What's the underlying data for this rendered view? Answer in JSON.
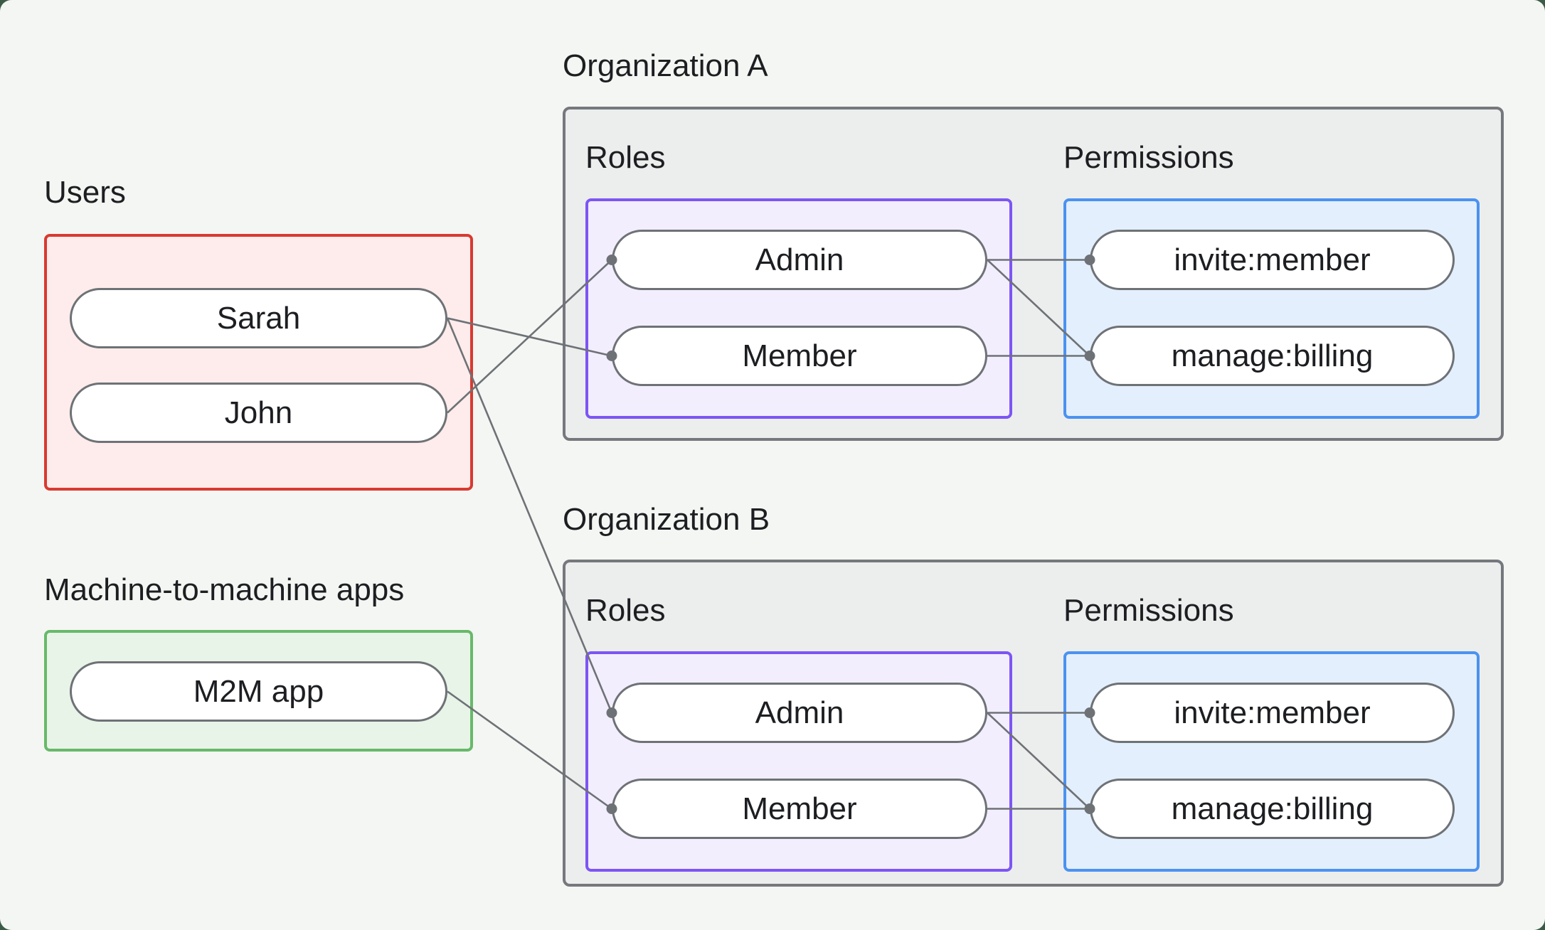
{
  "users_section": {
    "label": "Users",
    "items": [
      {
        "id": "user-sarah",
        "label": "Sarah"
      },
      {
        "id": "user-john",
        "label": "John"
      }
    ]
  },
  "m2m_section": {
    "label": "Machine-to-machine apps",
    "items": [
      {
        "id": "m2m-app",
        "label": "M2M app"
      }
    ]
  },
  "orgs": [
    {
      "title": "Organization A",
      "roles": {
        "label": "Roles",
        "items": [
          {
            "id": "orgA-role-admin",
            "label": "Admin"
          },
          {
            "id": "orgA-role-member",
            "label": "Member"
          }
        ]
      },
      "permissions": {
        "label": "Permissions",
        "items": [
          {
            "id": "orgA-perm-invite",
            "label": "invite:member"
          },
          {
            "id": "orgA-perm-billing",
            "label": "manage:billing"
          }
        ]
      }
    },
    {
      "title": "Organization B",
      "roles": {
        "label": "Roles",
        "items": [
          {
            "id": "orgB-role-admin",
            "label": "Admin"
          },
          {
            "id": "orgB-role-member",
            "label": "Member"
          }
        ]
      },
      "permissions": {
        "label": "Permissions",
        "items": [
          {
            "id": "orgB-perm-invite",
            "label": "invite:member"
          },
          {
            "id": "orgB-perm-billing",
            "label": "manage:billing"
          }
        ]
      }
    }
  ],
  "connections": [
    {
      "from": "user-sarah",
      "to": "orgA-role-member"
    },
    {
      "from": "user-john",
      "to": "orgA-role-admin"
    },
    {
      "from": "user-sarah",
      "to": "orgB-role-admin"
    },
    {
      "from": "m2m-app",
      "to": "orgB-role-member"
    },
    {
      "from": "orgA-role-admin",
      "to": "orgA-perm-invite"
    },
    {
      "from": "orgA-role-admin",
      "to": "orgA-perm-billing"
    },
    {
      "from": "orgA-role-member",
      "to": "orgA-perm-billing"
    },
    {
      "from": "orgB-role-admin",
      "to": "orgB-perm-invite"
    },
    {
      "from": "orgB-role-admin",
      "to": "orgB-perm-billing"
    },
    {
      "from": "orgB-role-member",
      "to": "orgB-perm-billing"
    }
  ],
  "colors": {
    "canvas_bg": "#3c5b46",
    "page_bg": "#f4f6f3",
    "text": "#1c1e21",
    "line": "#6e7276",
    "pill_border": "#6e7276",
    "pill_fill": "#ffffff",
    "users_border": "#d83a31",
    "users_fill": "#fdeceb",
    "m2m_border": "#67b96a",
    "m2m_fill": "#e9f4e8",
    "org_border": "#75787c",
    "org_fill": "#eceeed",
    "roles_border": "#7d55f5",
    "roles_fill": "#f3eefe",
    "permissions_border": "#4b92f2",
    "permissions_fill": "#e3effc"
  }
}
